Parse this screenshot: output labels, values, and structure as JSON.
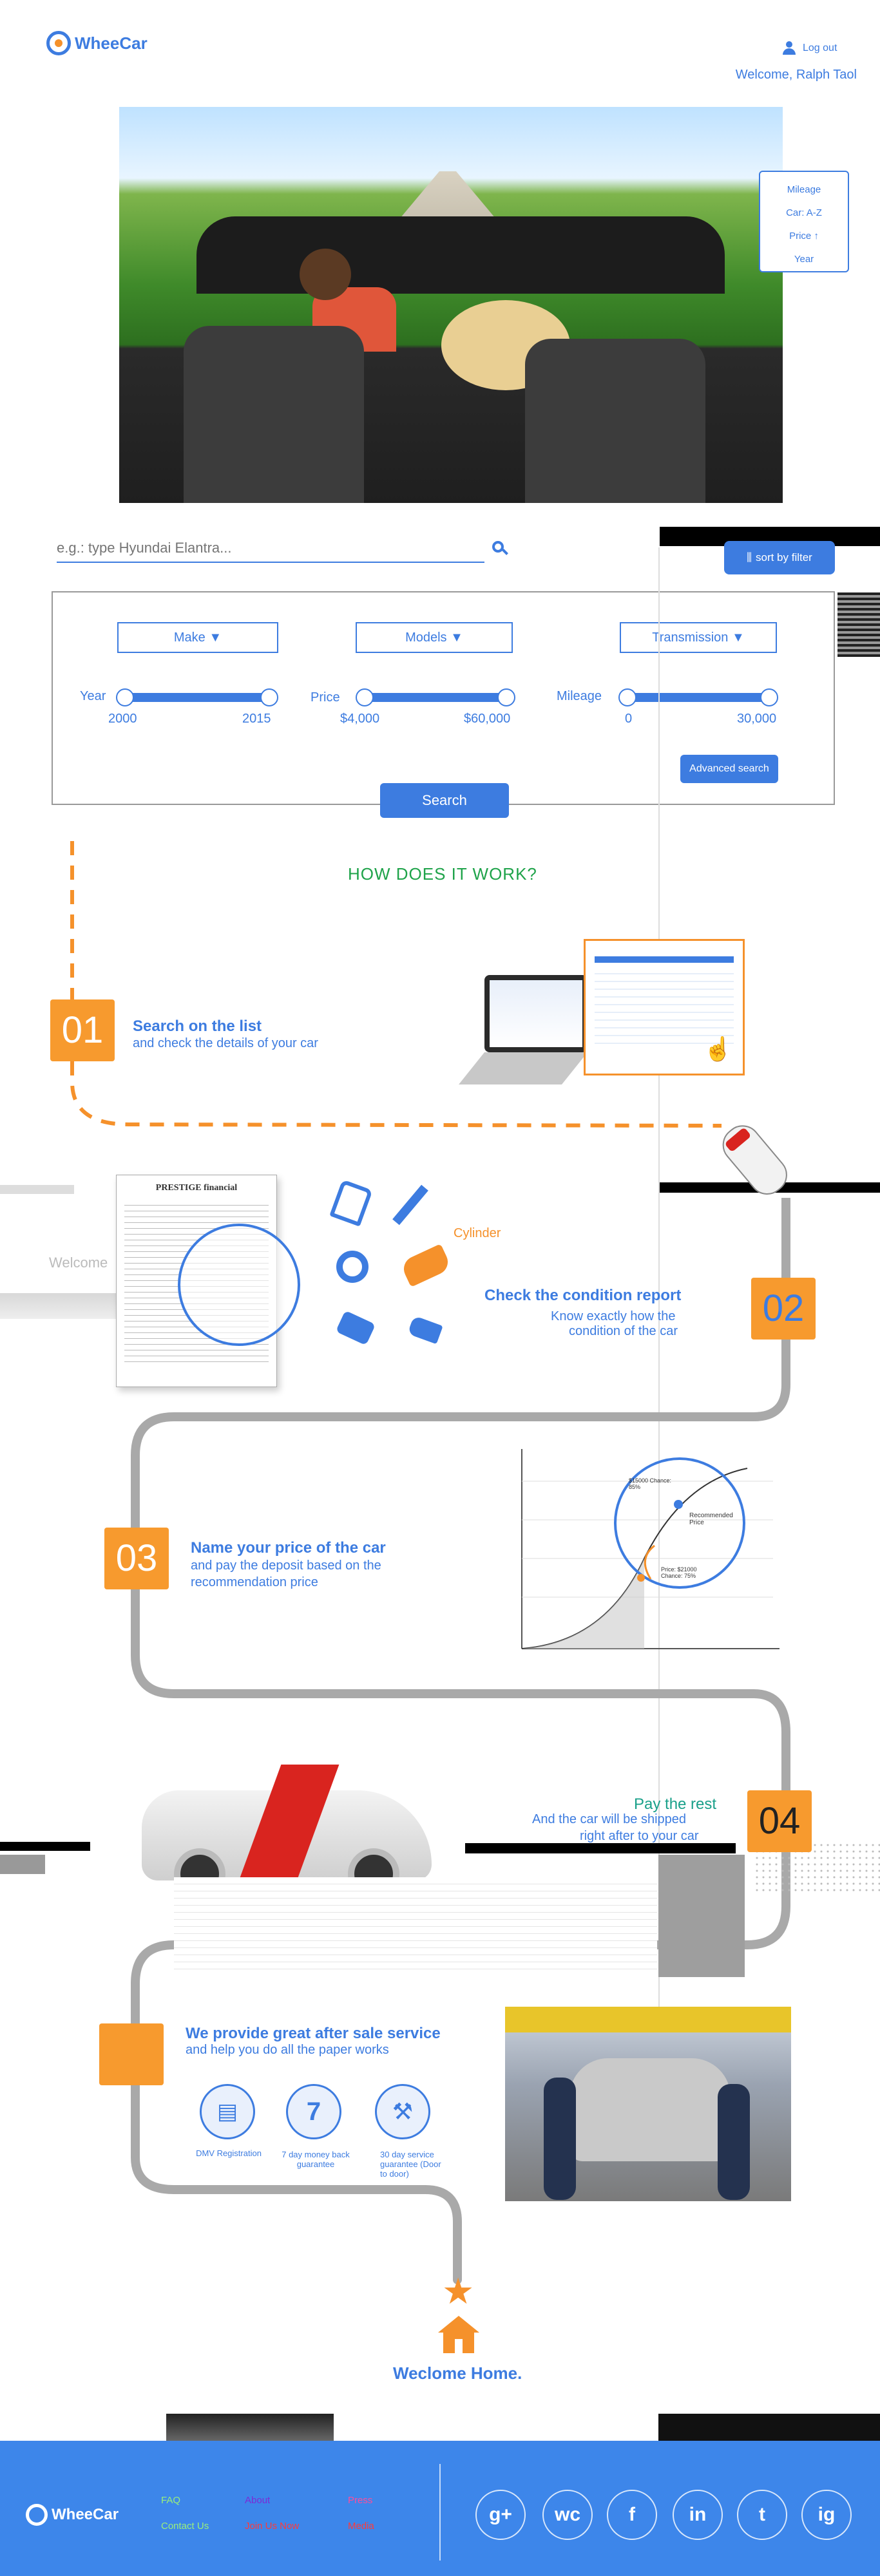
{
  "brand": {
    "name": "WheeCar",
    "accent": "#3d7ce0",
    "orange": "#f5912b"
  },
  "header": {
    "logout": "Log out",
    "welcome": "Welcome, Ralph Taol"
  },
  "sort_menu": {
    "items": [
      "Mileage",
      "Car: A-Z",
      "Price ↑",
      "Year"
    ]
  },
  "sort_button": "sort by filter",
  "search": {
    "placeholder": "e.g.: type Hyundai Elantra...",
    "button": "Search",
    "advanced": "Advanced search"
  },
  "filters": {
    "make": "Make ▼",
    "models": "Models ▼",
    "transmission": "Transmission ▼",
    "year": {
      "label": "Year",
      "min": "2000",
      "max": "2015"
    },
    "price": {
      "label": "Price",
      "min": "$4,000",
      "max": "$60,000"
    },
    "mileage": {
      "label": "Mileage",
      "min": "0",
      "max": "30,000"
    }
  },
  "how": {
    "title": "HOW DOES IT WORK?"
  },
  "steps": [
    {
      "num": "01",
      "title": "Search on the list",
      "sub": "and check the details of your car"
    },
    {
      "num": "02",
      "title": "Check the condition report",
      "sub1": "Know exactly how the",
      "sub2": "condition of the car",
      "tag": "Cylinder",
      "report_title": "PRESTIGE financial",
      "welcome_ghost": "Welcome"
    },
    {
      "num": "03",
      "title": "Name your price of the car",
      "sub1": "and pay the deposit based on the",
      "sub2": "recommendation price"
    },
    {
      "num": "04",
      "title1": "Pay the rest",
      "sub1": "And the car will be shipped",
      "sub2": "right after to your car"
    },
    {
      "num": "",
      "title": "We provide great after sale service",
      "sub": "and help you do all the paper works"
    }
  ],
  "services": [
    {
      "label": "DMV Registration",
      "icon": "document-icon"
    },
    {
      "label": "7 day money back guarantee",
      "icon": "seven-day-icon"
    },
    {
      "label": "30 day service guarantee (Door to door)",
      "icon": "wrench-icon"
    }
  ],
  "home": {
    "label": "Weclome Home."
  },
  "chart_labels": {
    "recommended": "Recommended Price",
    "p1": "$15000 Chance: 85%",
    "p2": "Price: $21000 Chance: 75%"
  },
  "footer": {
    "links": [
      "FAQ",
      "About",
      "Press",
      "Contact Us",
      "Join Us Now",
      "Media"
    ],
    "socials": [
      "g+",
      "wc",
      "f",
      "in",
      "t",
      "ig"
    ]
  }
}
